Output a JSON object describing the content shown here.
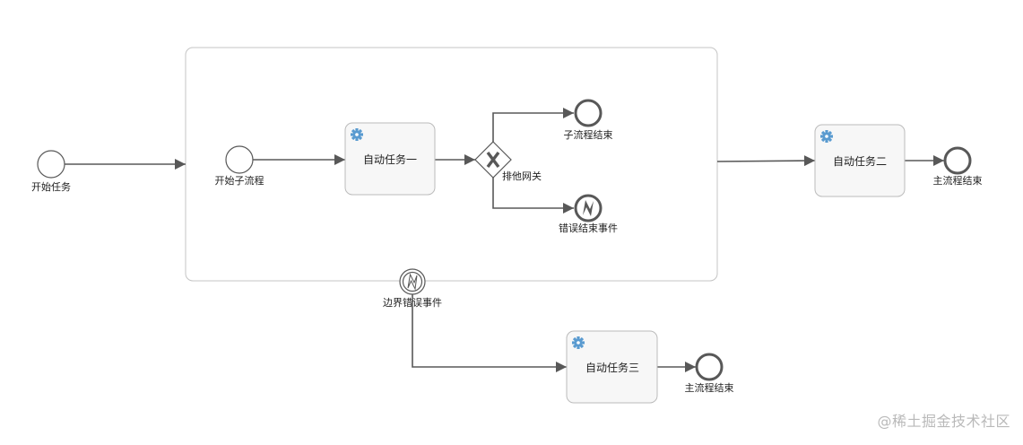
{
  "diagram": {
    "start_event": "开始任务",
    "subprocess": {
      "start_event": "开始子流程",
      "task_1": "自动任务一",
      "gateway": "排他网关",
      "end_event": "子流程结束",
      "error_end_event": "错误结束事件"
    },
    "boundary_error_event": "边界错误事件",
    "task_2": "自动任务二",
    "task_3": "自动任务三",
    "end_event_main_1": "主流程结束",
    "end_event_main_2": "主流程结束"
  },
  "icons": {
    "task_icon": "gear-icon",
    "gateway_icon": "x-mark-icon",
    "error_icon": "lightning-icon"
  },
  "colors": {
    "stroke": "#585858",
    "task_fill": "#f7f7f7",
    "task_border": "#bbbbbb",
    "gear": "#5a9bd0"
  },
  "watermark": "@稀土掘金技术社区"
}
